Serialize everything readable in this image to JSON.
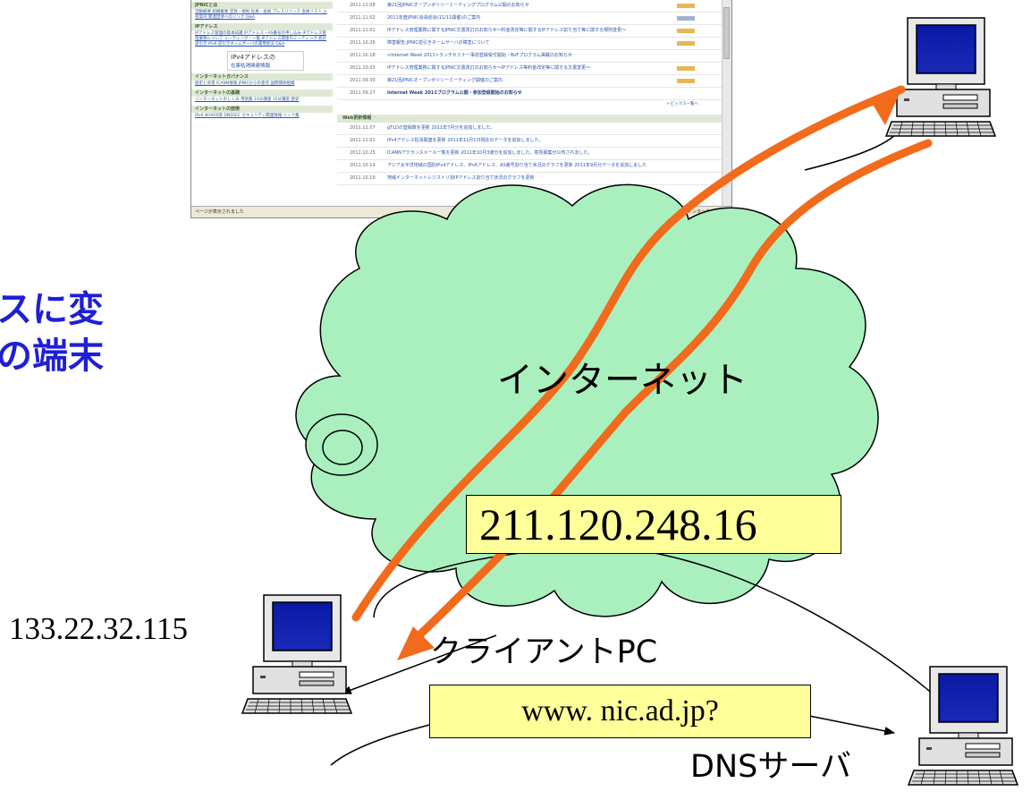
{
  "browser": {
    "sidebar": [
      {
        "section": "JPNICとは",
        "links": [
          "活動概要 組織概要 定款・規則 役員・会員 プレスリリース 会員リスト 入会案内 関連団体へのリンク Q&A"
        ]
      },
      {
        "section": "IPアドレス",
        "links": [
          "IPアドレス管理の基本知識 IPアドレス・AS番号の申し込み IPアドレス管理業務について ミーティング・一覧 IPアドレス関連のミーティング 統計 逆引き IPv6 逆引きネームサーバの運用状況 Q&A"
        ]
      },
      {
        "section": "インターネットガバナンス",
        "links": [
          "歴史と背景 ICANN情報 JPNICからの意見 国際関係組織"
        ]
      },
      {
        "section": "インターネットの基礎",
        "links": [
          "インターネットのしくみ 用語集 10分講座 15分講座 歴史"
        ]
      },
      {
        "section": "インターネットの技術",
        "links": [
          "IPv6 WHOIS等 DNSSEC セキュリティ関連情報 リンク集"
        ]
      }
    ],
    "ipv4_banner": {
      "line1": "IPv4アドレスの",
      "line2": "在庫枯渇関連情報"
    },
    "news": [
      {
        "date": "2011.11.08",
        "title": "第21回JPNICオープンポリシーミーティングプログラム公開のお知らせ",
        "tag": "orange"
      },
      {
        "date": "2011.11.02",
        "title": "2011年度JPNIC会員総会(11/11開催)のご案内",
        "tag": "blue"
      },
      {
        "date": "2011.11.01",
        "title": "IPアドレス管理業務に関するJPNIC文書改訂のお知らせ～料金改定等に関するIPアドレス割り当て等に関する規則変更～",
        "tag": "orange"
      },
      {
        "date": "2011.10.26",
        "title": "障害報告:JPNIC逆引きネームサーバの障害について",
        "tag": "orange"
      },
      {
        "date": "2011.10.18",
        "title": "<Internet Week 2011>ランチセミナー事前登録受付開始・BoFプログラム掲載のお知らせ",
        "tag": "none"
      },
      {
        "date": "2011.10.03",
        "title": "IPアドレス管理業務に関するJPNIC文書改訂のお知らせ～IPアドレス等料金改定等に関する文書変更～",
        "tag": "orange"
      },
      {
        "date": "2011.09.30",
        "title": "第21回JPNICオープンポリシーミーティング開催のご案内",
        "tag": "orange"
      },
      {
        "date": "2011.09.27",
        "title": "Internet Week 2011プログラム公開・参加登録開始のお知らせ",
        "tag": "none"
      }
    ],
    "more_link": "トピックス一覧へ",
    "web_update_header": "Web更新情報",
    "updates": [
      {
        "date": "2011.11.07",
        "title": "gTLDの登録数を更新 2011年7月分を追加しました。"
      },
      {
        "date": "2011.11.01",
        "title": "IPv4アドレス枯渇関連を更新 2011年11月1日現在のデータを追加しました。"
      },
      {
        "date": "2011.10.25",
        "title": "ICANNアクランスメール一覧を更新 2011年10月3通分を追加しました。意見募集が公布されました。"
      },
      {
        "date": "2011.10.19",
        "title": "アジア太平洋地域の国別IPv4アドレス、IPv6アドレス、AS番号割り当て状況のグラフを更新 2011年9月分データを追加しました"
      },
      {
        "date": "2011.10.19",
        "title": "地域インターネットレジストリ別IPアドレス割り当て状況のグラフを更新"
      }
    ],
    "status_left": "ページが表示されました",
    "status_right": "インターネット"
  },
  "heading_line1": "スに変",
  "heading_line2": "の端末",
  "internet_label": "インターネット",
  "server_ip": "211.120.248.16",
  "client_ip": "133.22.32.115",
  "client_label": "クライアントPC",
  "dns_query": "www. nic.ad.jp?",
  "dns_label": "DNSサーバ",
  "colors": {
    "heading": "#1f1fd6",
    "arrow": "#f26a1b",
    "cloud": "#a9f0be",
    "callout": "#ffff99"
  }
}
